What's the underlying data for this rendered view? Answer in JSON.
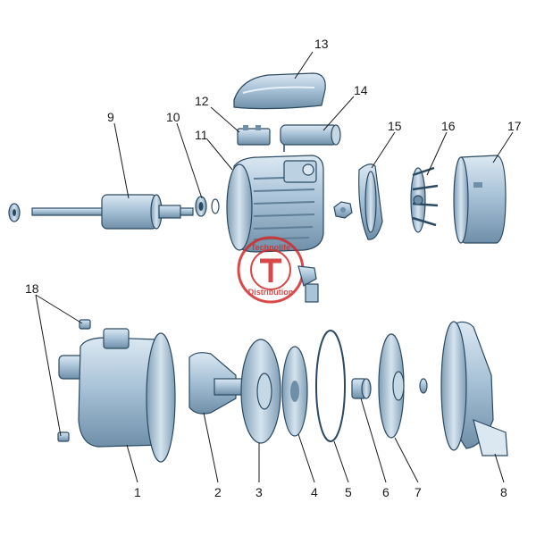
{
  "diagram": {
    "parts": [
      {
        "id": "1",
        "label": "1"
      },
      {
        "id": "2",
        "label": "2"
      },
      {
        "id": "3",
        "label": "3"
      },
      {
        "id": "4",
        "label": "4"
      },
      {
        "id": "5",
        "label": "5"
      },
      {
        "id": "6",
        "label": "6"
      },
      {
        "id": "7",
        "label": "7"
      },
      {
        "id": "8",
        "label": "8"
      },
      {
        "id": "9",
        "label": "9"
      },
      {
        "id": "10",
        "label": "10"
      },
      {
        "id": "11",
        "label": "11"
      },
      {
        "id": "12",
        "label": "12"
      },
      {
        "id": "13",
        "label": "13"
      },
      {
        "id": "14",
        "label": "14"
      },
      {
        "id": "15",
        "label": "15"
      },
      {
        "id": "16",
        "label": "16"
      },
      {
        "id": "17",
        "label": "17"
      },
      {
        "id": "18",
        "label": "18"
      }
    ],
    "watermark": {
      "top_text": "Technolife",
      "bottom_text": "Distribution"
    },
    "colors": {
      "part_fill": "#a9c3d8",
      "part_light": "#dbe8f2",
      "part_dark": "#6f8fa8",
      "outline": "#2b4a62",
      "watermark": "#d42a2a"
    }
  }
}
